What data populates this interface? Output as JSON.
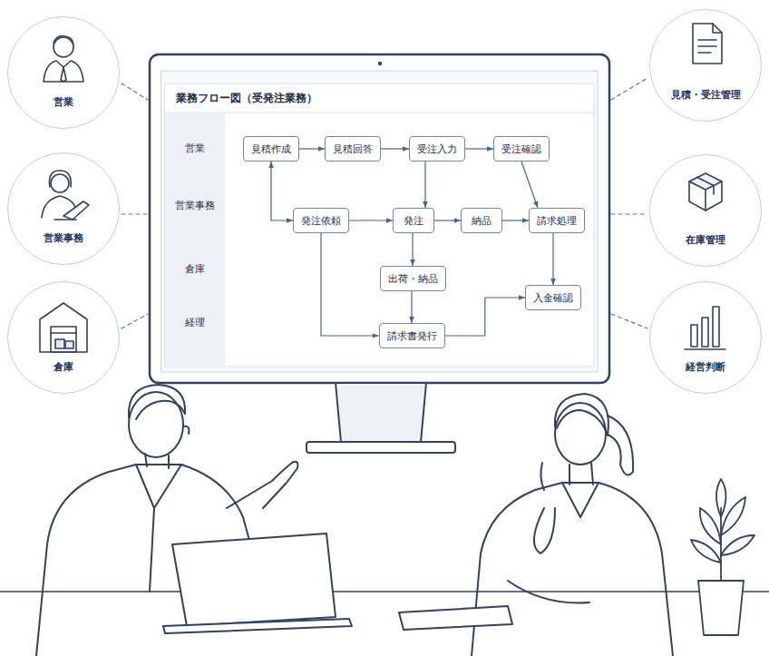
{
  "diagram": {
    "title": "業務フロー図（受発注業務）",
    "nodes": [
      {
        "text": [
          "見積作成"
        ]
      },
      {
        "text": [
          "見積回答"
        ]
      },
      {
        "text": [
          "受注入力"
        ]
      },
      {
        "text": [
          "受注確認"
        ]
      },
      {
        "text": [
          "発注依頼"
        ]
      },
      {
        "text": [
          "発注"
        ]
      },
      {
        "text": [
          "納品"
        ]
      },
      {
        "text": [
          "請求処理"
        ]
      },
      {
        "text": [
          "出荷・納品"
        ]
      },
      {
        "text": [
          "入金確認"
        ]
      },
      {
        "text": [
          "請求書発行"
        ]
      },
      {
        "text": [
          "営業"
        ]
      },
      {
        "text": [
          "営業事務"
        ]
      },
      {
        "text": [
          "倉庫"
        ]
      },
      {
        "text": [
          "見積・受注管理"
        ]
      },
      {
        "text": [
          "在庫管理"
        ]
      },
      {
        "text": [
          "経営判断"
        ]
      }
    ],
    "edges": [
      {
        "from": 0,
        "to": 1,
        "arrow": "to"
      },
      {
        "from": 1,
        "to": 2,
        "arrow": "to"
      },
      {
        "from": 2,
        "to": 3,
        "arrow": "to"
      },
      {
        "from": 0,
        "to": 4,
        "arrow": "both"
      },
      {
        "from": 4,
        "to": 5,
        "arrow": "to"
      },
      {
        "from": 2,
        "to": 5,
        "arrow": "to"
      },
      {
        "from": 5,
        "to": 6,
        "arrow": "to"
      },
      {
        "from": 6,
        "to": 7,
        "arrow": "to"
      },
      {
        "from": 3,
        "to": 7,
        "arrow": "to"
      },
      {
        "from": 5,
        "to": 8,
        "arrow": "to"
      },
      {
        "from": 8,
        "to": 10,
        "arrow": "to"
      },
      {
        "from": 4,
        "to": 10,
        "arrow": "to"
      },
      {
        "from": 10,
        "to": 9,
        "arrow": "to"
      },
      {
        "from": 7,
        "to": 9,
        "arrow": "to"
      }
    ],
    "labels": [
      "営業",
      "営業事務",
      "倉庫",
      "経理"
    ]
  }
}
